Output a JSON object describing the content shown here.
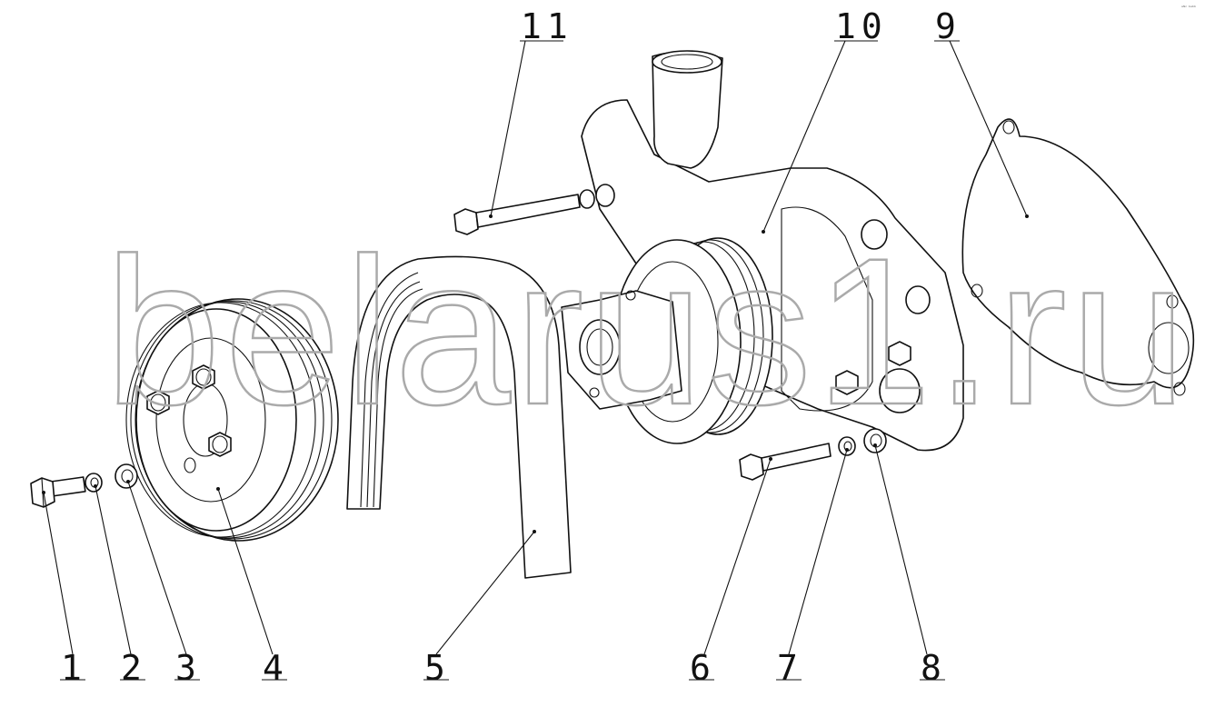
{
  "diagram": {
    "watermark": "belarus1.ru",
    "corner_text": "ᵃᴺᶜ ᵇᵃᵇᵇ",
    "callouts": [
      {
        "id": "1",
        "part": "bolt"
      },
      {
        "id": "2",
        "part": "spring-washer"
      },
      {
        "id": "3",
        "part": "flat-washer"
      },
      {
        "id": "4",
        "part": "pulley"
      },
      {
        "id": "5",
        "part": "poly-v-belt"
      },
      {
        "id": "6",
        "part": "bolt"
      },
      {
        "id": "7",
        "part": "spring-washer"
      },
      {
        "id": "8",
        "part": "flat-washer"
      },
      {
        "id": "9",
        "part": "gasket"
      },
      {
        "id": "10",
        "part": "water-pump"
      },
      {
        "id": "11",
        "part": "bolt"
      }
    ]
  }
}
